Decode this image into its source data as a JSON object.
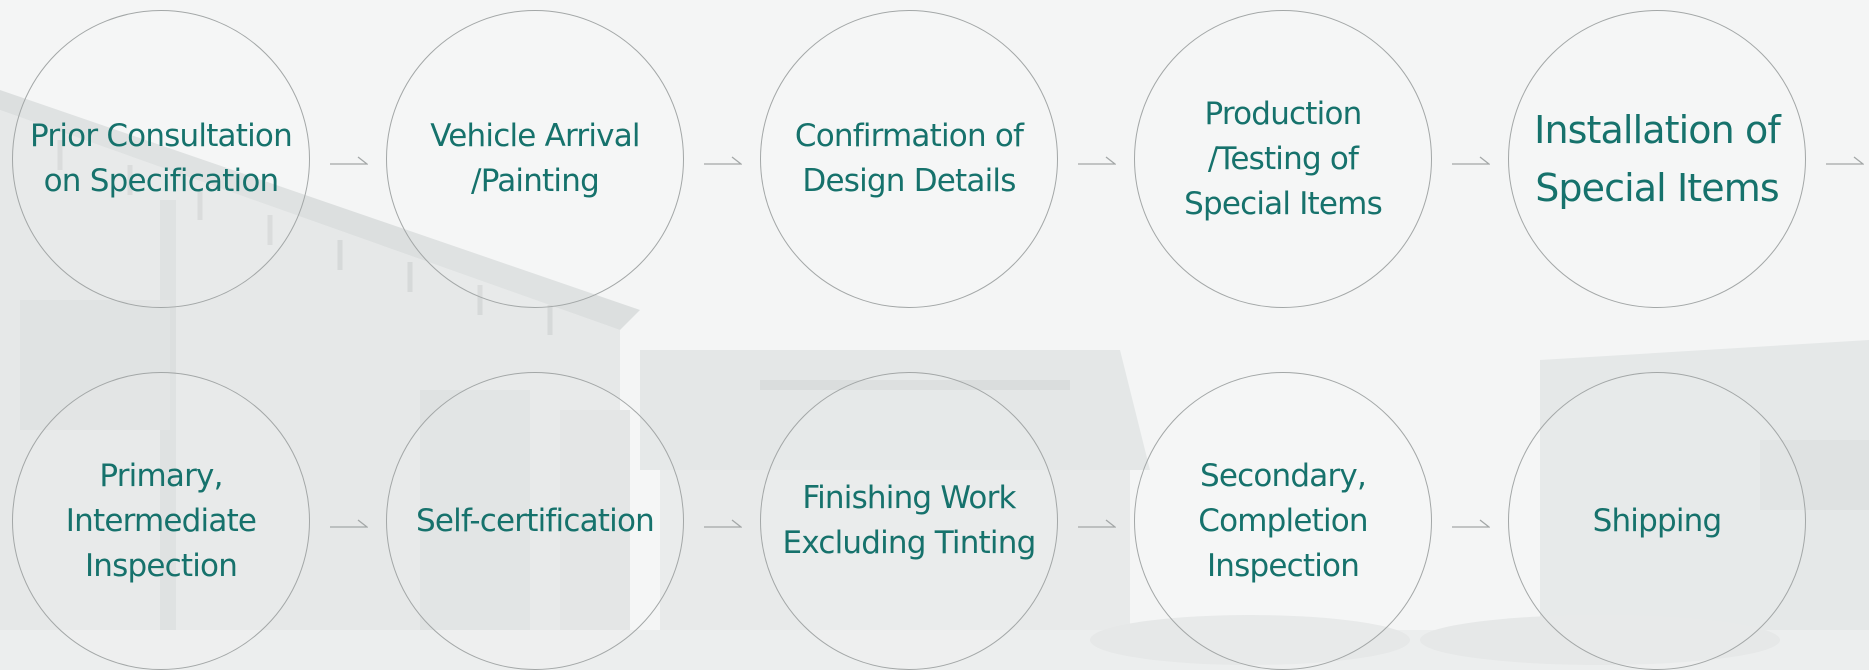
{
  "colors": {
    "text": "#16726c",
    "circle_border": "#a3a7a7",
    "arrow": "#a3a7a7",
    "background": "#f4f5f5"
  },
  "process": {
    "row1": [
      {
        "label": "Prior Consultation\non Specification"
      },
      {
        "label": "Vehicle Arrival\n/Painting"
      },
      {
        "label": "Confirmation of\nDesign Details"
      },
      {
        "label": "Production\n/Testing of\nSpecial Items"
      },
      {
        "label": "Installation of\nSpecial Items"
      }
    ],
    "row2": [
      {
        "label": "Primary,\nIntermediate\nInspection"
      },
      {
        "label": "Self-certification"
      },
      {
        "label": "Finishing Work\nExcluding Tinting"
      },
      {
        "label": "Secondary,\nCompletion\nInspection"
      },
      {
        "label": "Shipping"
      }
    ]
  },
  "icons": {
    "arrow": "arrow-right-icon"
  }
}
